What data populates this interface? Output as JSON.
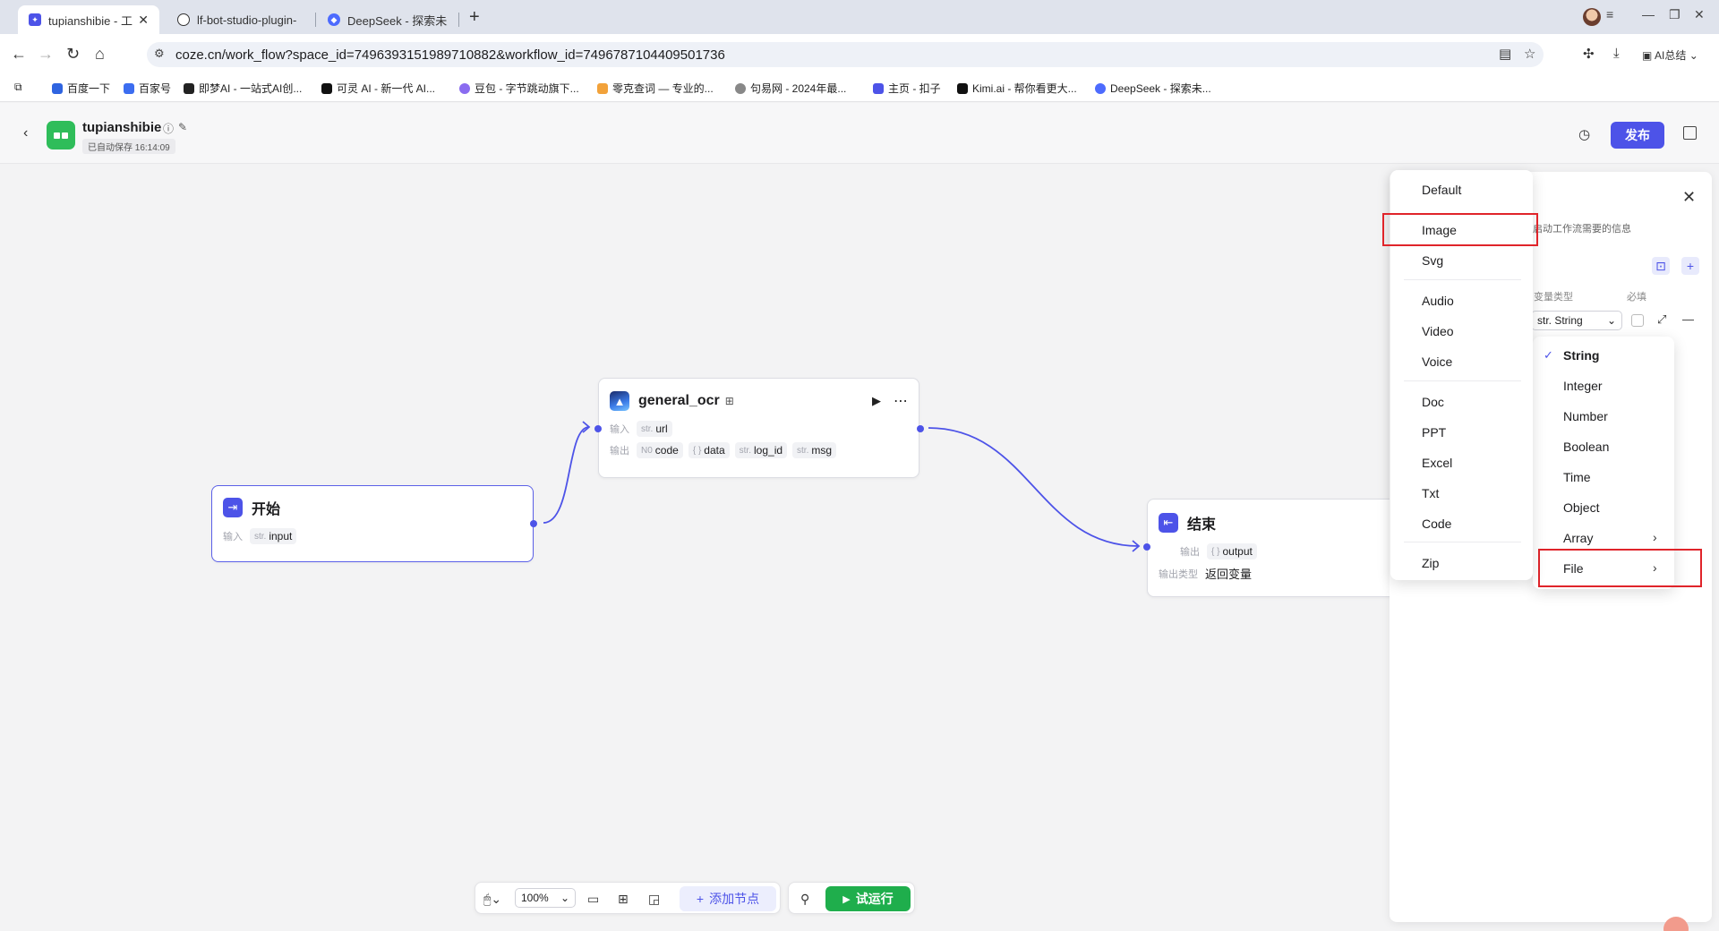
{
  "browser": {
    "tabs": [
      {
        "title": "tupianshibie - 工",
        "active": true
      },
      {
        "title": "lf-bot-studio-plugin-",
        "active": false
      },
      {
        "title": "DeepSeek - 探索未至",
        "active": false
      }
    ],
    "url": "coze.cn/work_flow?space_id=7496393151989710882&workflow_id=7496787104409501736",
    "ai_label": "AI总结",
    "bookmarks": [
      "百度一下",
      "百家号",
      "即梦AI - 一站式AI创...",
      "可灵 AI - 新一代 AI...",
      "豆包 - 字节跳动旗下...",
      "零克查词 — 专业的...",
      "句易网 - 2024年最...",
      "主页 - 扣子",
      "Kimi.ai - 帮你看更大...",
      "DeepSeek - 探索未..."
    ]
  },
  "header": {
    "app_name": "tupianshibie",
    "autosave": "已自动保存 16:14:09",
    "publish_label": "发布"
  },
  "nodes": {
    "start": {
      "title": "开始",
      "input_label": "输入",
      "param": {
        "type": "str.",
        "name": "input"
      }
    },
    "ocr": {
      "title": "general_ocr",
      "input_label": "输入",
      "output_label": "输出",
      "inputs": [
        {
          "type": "str.",
          "name": "url"
        }
      ],
      "outputs": [
        {
          "type": "N0",
          "name": "code"
        },
        {
          "type": "{ }",
          "name": "data"
        },
        {
          "type": "str.",
          "name": "log_id"
        },
        {
          "type": "str.",
          "name": "msg"
        }
      ]
    },
    "end": {
      "title": "结束",
      "output_label": "输出",
      "output": {
        "type": "{ }",
        "name": "output"
      },
      "output_type_label": "输出类型",
      "output_type_value": "返回变量"
    }
  },
  "right_panel": {
    "desc": "启动工作流需要的信息",
    "col_type": "变量类型",
    "col_required": "必填",
    "selected_type": "str. String"
  },
  "type_menu": {
    "items": [
      "String",
      "Integer",
      "Number",
      "Boolean",
      "Time",
      "Object",
      "Array",
      "File"
    ],
    "checked": "String",
    "submenu_items": [
      "Array",
      "File"
    ]
  },
  "file_submenu": {
    "groups": [
      [
        "Default",
        "Image",
        "Svg"
      ],
      [
        "Audio",
        "Video",
        "Voice"
      ],
      [
        "Doc",
        "PPT",
        "Excel",
        "Txt",
        "Code"
      ],
      [
        "Zip"
      ]
    ],
    "highlighted": "Image"
  },
  "toolbar": {
    "zoom": "100%",
    "add_node_label": "添加节点",
    "run_label": "试运行"
  },
  "colors": {
    "accent": "#4d53e8",
    "run_green": "#1fae4c",
    "highlight_red": "#e0242a"
  }
}
